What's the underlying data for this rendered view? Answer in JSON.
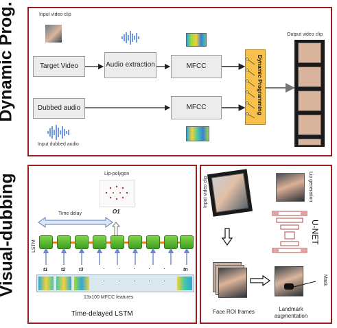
{
  "titles": {
    "dynamic_prog": "Dynamic Prog.",
    "visual_dubbing": "Visual-dubbing"
  },
  "dp_panel": {
    "input_video_clip": "Input video clip",
    "target_video": "Target Video",
    "audio_extraction": "Audio extraction",
    "mfcc_top": "MFCC",
    "dubbed_audio": "Dubbed audio",
    "mfcc_bottom": "MFCC",
    "dynamic_programming": "Dynamic Programming",
    "output_video_clip": "Output video clip",
    "input_dubbed_audio": "Input dubbed audio"
  },
  "lstm_panel": {
    "lip_polygon": "Lip-polygon",
    "o1": "O1",
    "time_delay": "Time delay",
    "lstm": "LSTM",
    "t_labels": [
      "t1",
      "t2",
      "t3"
    ],
    "tn": "tn",
    "mfcc_features": "13x100 MFCC features",
    "caption": "Time-delayed LSTM"
  },
  "unet_panel": {
    "input_video_clip": "Input video clip",
    "lip_generation": "Lip generation",
    "unet": "U-NET",
    "mask": "Mask",
    "face_roi_frames": "Face ROI frames",
    "landmark_augmentation": "Landmark augmentation"
  },
  "colors": {
    "panel_border": "#9b1c1c",
    "dp_block": "#f7c04a",
    "lstm_cell": "#4fb52a",
    "lstm_link": "#ef7a1a",
    "arrow_blue": "#6c87c4"
  }
}
